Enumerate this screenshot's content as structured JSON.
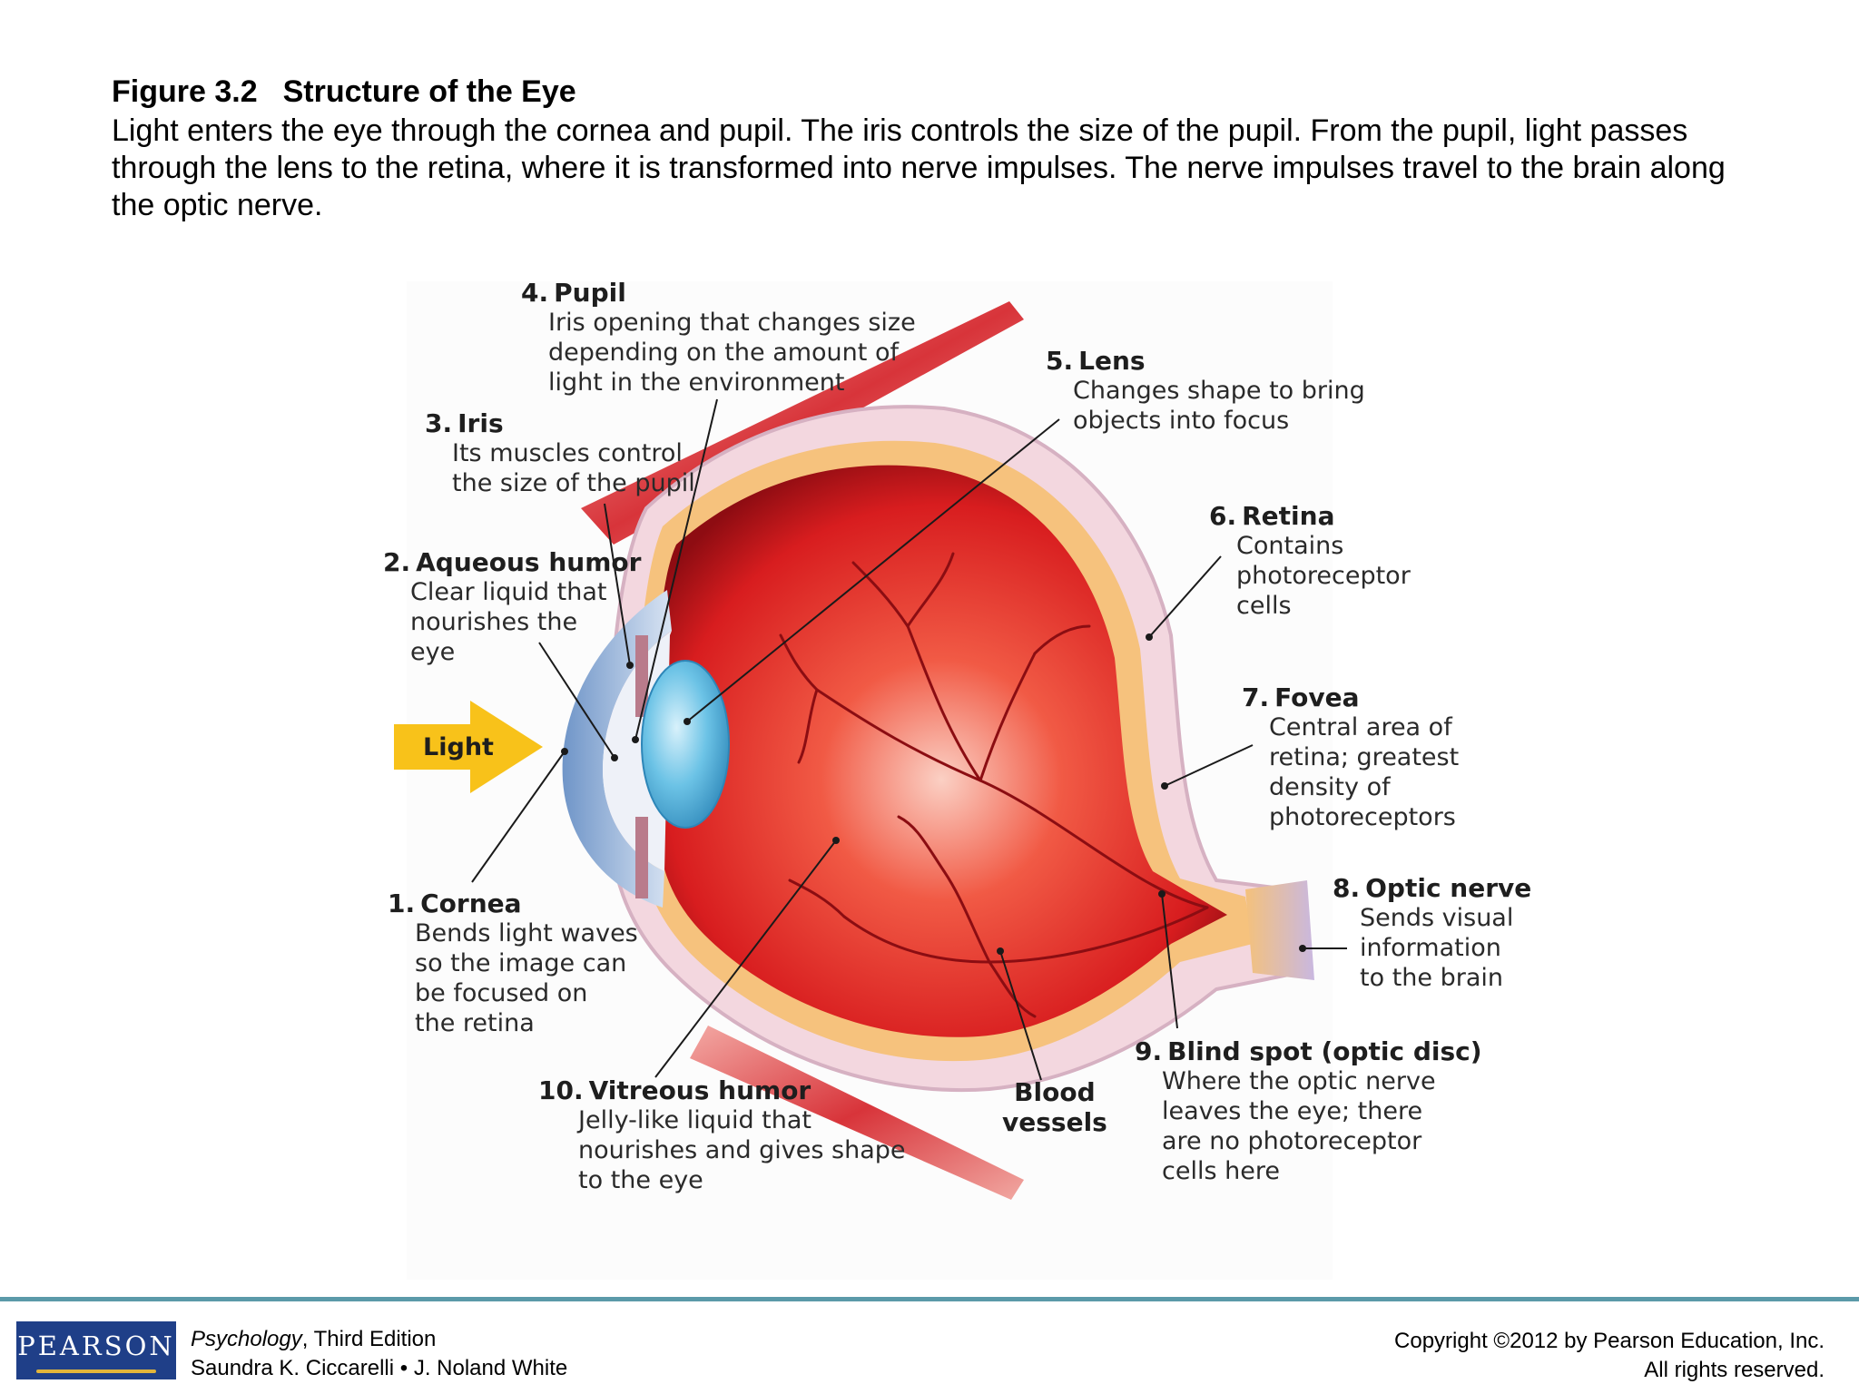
{
  "figure": {
    "number": "Figure 3.2",
    "title": "Structure of the Eye",
    "caption": "Light enters the eye through the cornea and pupil. The iris controls the size of the pupil. From the pupil, light passes through the lens to the retina, where it is transformed into nerve impulses. The nerve impulses travel to the brain along the optic nerve."
  },
  "diagram": {
    "arrow_label": "Light",
    "labels": [
      {
        "num": "1.",
        "name": "Cornea",
        "lines": [
          "Bends light waves",
          "so the image can",
          "be focused on",
          "the retina"
        ]
      },
      {
        "num": "2.",
        "name": "Aqueous humor",
        "lines": [
          "Clear liquid that",
          "nourishes the",
          "eye"
        ]
      },
      {
        "num": "3.",
        "name": "Iris",
        "lines": [
          "Its muscles control",
          "the size of the pupil"
        ]
      },
      {
        "num": "4.",
        "name": "Pupil",
        "lines": [
          "Iris opening that changes size",
          "depending on the amount of",
          "light in the environment"
        ]
      },
      {
        "num": "5.",
        "name": "Lens",
        "lines": [
          "Changes shape to bring",
          "objects into focus"
        ]
      },
      {
        "num": "6.",
        "name": "Retina",
        "lines": [
          "Contains",
          "photoreceptor",
          "cells"
        ]
      },
      {
        "num": "7.",
        "name": "Fovea",
        "lines": [
          "Central area of",
          "retina; greatest",
          "density of",
          "photoreceptors"
        ]
      },
      {
        "num": "8.",
        "name": "Optic nerve",
        "lines": [
          "Sends visual",
          "information",
          "to the brain"
        ]
      },
      {
        "num": "9.",
        "name": "Blind spot (optic disc)",
        "lines": [
          "Where the optic nerve",
          "leaves the eye; there",
          "are no photoreceptor",
          "cells here"
        ]
      },
      {
        "num": "10.",
        "name": "Vitreous humor",
        "lines": [
          "Jelly-like liquid that",
          "nourishes and gives shape",
          "to the eye"
        ]
      }
    ],
    "blood_vessels_label": [
      "Blood",
      "vessels"
    ],
    "colors": {
      "eyeball": "#d81d1f",
      "retina": "#f6c27d",
      "sclera": "#f3d7df",
      "muscle": "#d8343a",
      "lens": "#5fb6dc",
      "arrow": "#f8c21a"
    }
  },
  "footer": {
    "logo": "PEARSON",
    "book_title": "Psychology",
    "edition": ", Third Edition",
    "authors": "Saundra K. Ciccarelli • J. Noland White",
    "copyright_line1": "Copyright ©2012 by Pearson Education, Inc.",
    "copyright_line2": "All rights reserved."
  }
}
